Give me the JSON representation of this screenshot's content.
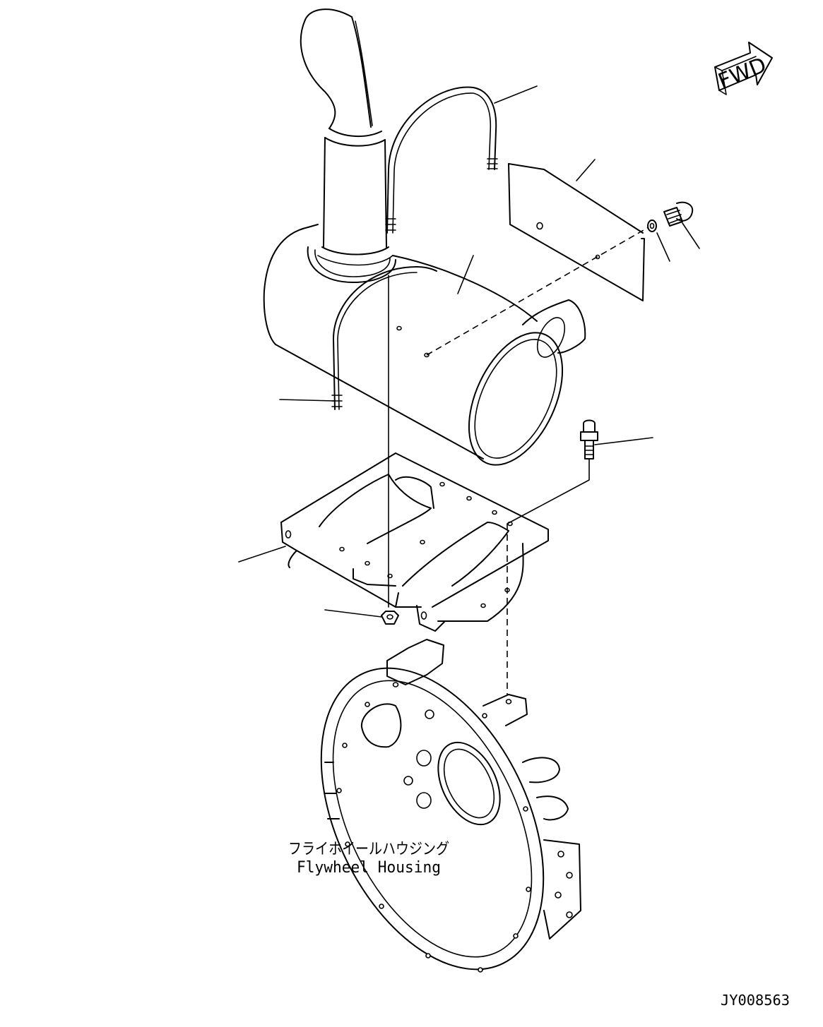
{
  "direction_indicator": {
    "text": "FWD"
  },
  "part_label": {
    "japanese": "フライホイールハウジング",
    "english": "Flywheel Housing"
  },
  "drawing_id": "JY008563"
}
